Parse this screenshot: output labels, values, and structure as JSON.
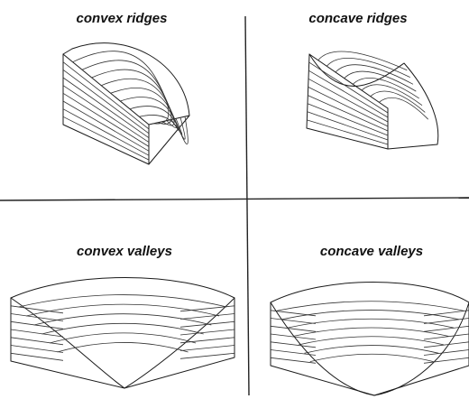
{
  "panels": {
    "top_left": {
      "title": "convex ridges"
    },
    "top_right": {
      "title": "concave ridges"
    },
    "bottom_left": {
      "title": "convex valleys"
    },
    "bottom_right": {
      "title": "concave valleys"
    }
  },
  "colors": {
    "line": "#1a1a1a",
    "background": "#ffffff"
  }
}
